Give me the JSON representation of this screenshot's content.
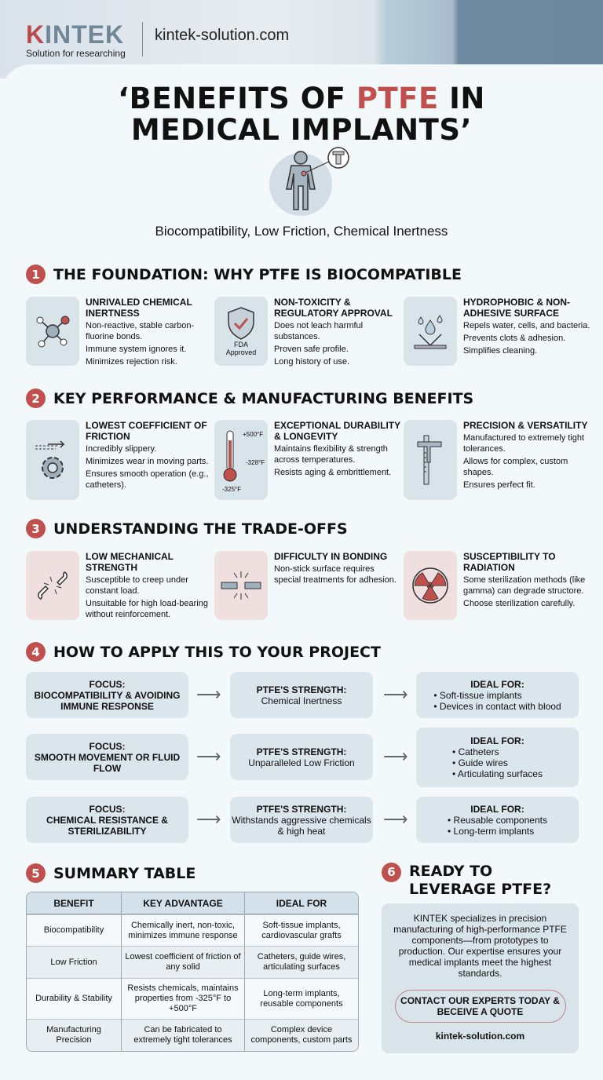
{
  "header": {
    "logo_k": "K",
    "logo_rest": "INTEK",
    "tagline": "Solution for researching",
    "site": "kintek-solution.com"
  },
  "title": {
    "pre": "‘BENEFITS OF ",
    "highlight": "PTFE",
    "post": " IN",
    "line2": "MEDICAL IMPLANTS’"
  },
  "subtitle": "Biocompatibility, Low Friction, Chemical Inertness",
  "sections": [
    {
      "num": "1",
      "title": "THE FOUNDATION: WHY PTFE IS BIOCOMPATIBLE",
      "cards": [
        {
          "icon": "molecule-icon",
          "title": "UNRIVALED CHEMICAL INERTNESS",
          "lines": [
            "Non-reactive, stable carbon-fluorine bonds.",
            "Immune system ignores it.",
            "Minimizes rejection risk."
          ]
        },
        {
          "icon": "shield-check-icon",
          "icon_label": "FDA Approved",
          "title": "NON-TOXICITY & REGULATORY APPROVAL",
          "lines": [
            "Does not leach harmful substances.",
            "Proven safe profile.",
            "Long history of use."
          ]
        },
        {
          "icon": "water-drops-icon",
          "title": "HYDROPHOBIC & NON-ADHESIVE SURFACE",
          "lines": [
            "Repels water, cells, and bacteria.",
            "Prevents clots & adhesion.",
            "Simplifies cleaning."
          ]
        }
      ]
    },
    {
      "num": "2",
      "title": "KEY PERFORMANCE & MANUFACTURING BENEFITS",
      "cards": [
        {
          "icon": "gear-icon",
          "title": "LOWEST COEFFICIENT OF FRICTION",
          "lines": [
            "Incredibly slippery.",
            "Minimizes wear in moving parts.",
            "Ensures smooth operation (e.g., catheters)."
          ]
        },
        {
          "icon": "thermometer-icon",
          "icon_labels": [
            "+500°F",
            "-328°F",
            "-325°F"
          ],
          "title": "EXCEPTIONAL DURABILITY & LONGEVITY",
          "lines": [
            "Maintains flexibility & strength across temperatures.",
            "Resists aging & embrittlement."
          ]
        },
        {
          "icon": "caliper-icon",
          "title": "PRECISION & VERSATILITY",
          "lines": [
            "Manufactured to extremely tight tolerances.",
            "Allows for complex, custom shapes.",
            "Ensures perfect fit."
          ]
        }
      ]
    },
    {
      "num": "3",
      "title": "UNDERSTANDING THE TRADE-OFFS",
      "cards": [
        {
          "icon": "broken-bone-icon",
          "title": "LOW MECHANICAL STRENGTH",
          "lines": [
            "Susceptible to creep under constant load.",
            "Unsuitable for high load-bearing without reinforcement."
          ]
        },
        {
          "icon": "broken-bond-icon",
          "title": "DIFFICULTY IN BONDING",
          "lines": [
            "Non-stick surface requires special treatments for adhesion."
          ]
        },
        {
          "icon": "radiation-icon",
          "title": "SUSCEPTIBILITY TO RADIATION",
          "lines": [
            "Some sterilization methods (like gamma) can degrade structore.",
            "Choose sterilization carefully."
          ]
        }
      ]
    },
    {
      "num": "4",
      "title": "HOW TO APPLY THIS TO YOUR PROJECT"
    },
    {
      "num": "5",
      "title": "SUMMARY TABLE"
    },
    {
      "num": "6",
      "title": "READY TO LEVERAGE PTFE?"
    }
  ],
  "apply_rows": [
    {
      "focus_label": "FOCUS:",
      "focus": "BIOCOMPATIBILITY & AVOIDING IMMUNE RESPONSE",
      "strength_label": "PTFE'S STRENGTH:",
      "strength": "Chemical Inertness",
      "ideal_label": "IDEAL FOR:",
      "ideal": [
        "Soft-tissue implants",
        "Devices in contact with blood"
      ]
    },
    {
      "focus_label": "FOCUS:",
      "focus": "SMOOTH MOVEMENT OR FLUID FLOW",
      "strength_label": "PTFE'S STRENGTH:",
      "strength": "Unparalleled Low Friction",
      "ideal_label": "IDEAL FOR:",
      "ideal": [
        "Catheters",
        "Guide wires",
        "Articulating surfaces"
      ]
    },
    {
      "focus_label": "FOCUS:",
      "focus": "CHEMICAL RESISTANCE & STERILIZABILITY",
      "strength_label": "PTFE'S STRENGTH:",
      "strength": "Withstands aggressive chemicals & high heat",
      "ideal_label": "IDEAL FOR:",
      "ideal": [
        "Reusable components",
        "Long-term implants"
      ]
    }
  ],
  "arrow": "⟶",
  "table": {
    "headers": [
      "BENEFIT",
      "KEY ADVANTAGE",
      "IDEAL FOR"
    ],
    "rows": [
      [
        "Biocompatibility",
        "Chemically inert, non-toxic, minimizes immune response",
        "Soft-tissue implants, cardiovascular grafts"
      ],
      [
        "Low Friction",
        "Lowest coefficient of friction of any solid",
        "Catheters, guide wires, articulating surfaces"
      ],
      [
        "Durability & Stability",
        "Resists chemicals, maintains properties from -325°F to +500°F",
        "Long-term implants, reusable components"
      ],
      [
        "Manufacturing Precision",
        "Can be fabricated to extremely tight tolerances",
        "Complex device components, custom parts"
      ]
    ]
  },
  "cta": {
    "body": "KINTEK specializes in precision manufacturing of high-performance PTFE components—from prototypes to production. Our expertise ensures your medical implants meet the highest standards.",
    "button": "CONTACT OUR EXPERTS TODAY & BECEIVE A QUOTE",
    "url": "kintek-solution.com"
  },
  "colors": {
    "accent": "#c0504d",
    "card_bg": "#d9e3ea",
    "tradeoff_bg": "#efdfdf",
    "page_bg": "#f3f8fb"
  }
}
